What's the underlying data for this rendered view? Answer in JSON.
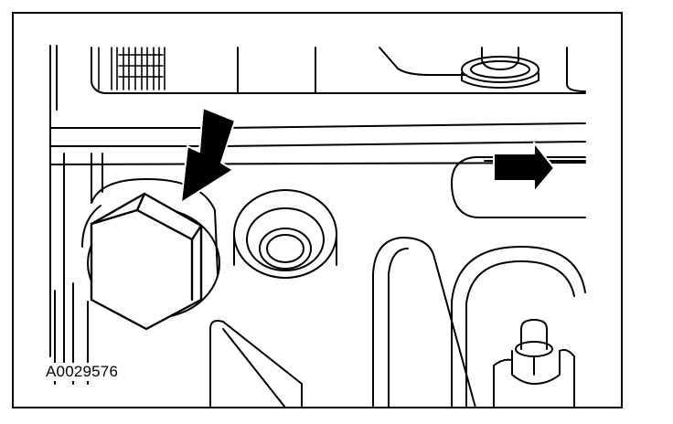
{
  "figure": {
    "id_label": "A0029576",
    "line_color": "#000000",
    "background_color": "#ffffff",
    "icons": {
      "callout_arrow": "diagonal-callout-arrow",
      "direction_arrow": "right-direction-arrow"
    }
  }
}
